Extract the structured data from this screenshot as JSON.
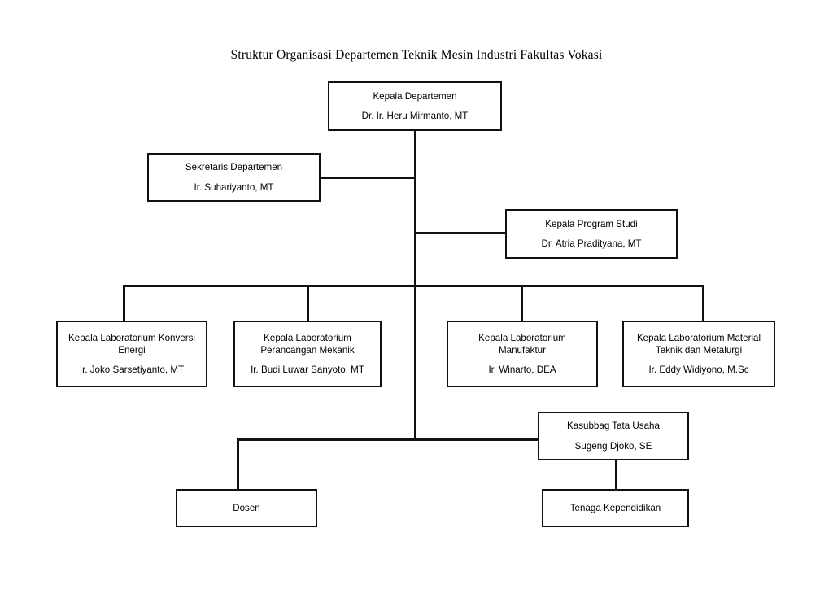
{
  "page": {
    "title": "Struktur Organisasi Departemen Teknik Mesin Industri Fakultas Vokasi",
    "background_color": "#ffffff",
    "line_color": "#111111",
    "text_color": "#000000"
  },
  "chart_data": {
    "type": "diagram",
    "diagram_type": "organizational-chart",
    "title": "Struktur Organisasi Departemen Teknik Mesin Industri Fakultas Vokasi",
    "orientation": "top-down",
    "nodes": [
      {
        "id": "kepala-departemen",
        "role": "Kepala Departemen",
        "person": "Dr. Ir. Heru Mirmanto, MT",
        "level": 0
      },
      {
        "id": "sekretaris-departemen",
        "role": "Sekretaris Departemen",
        "person": "Ir. Suhariyanto, MT",
        "level": 1
      },
      {
        "id": "kepala-program-studi",
        "role": "Kepala Program Studi",
        "person": "Dr. Atria Pradityana, MT",
        "level": 1
      },
      {
        "id": "lab-konversi-energi",
        "role": "Kepala Laboratorium Konversi\nEnergi",
        "person": "Ir. Joko Sarsetiyanto, MT",
        "level": 2
      },
      {
        "id": "lab-perancangan-mekanik",
        "role": "Kepala Laboratorium\nPerancangan Mekanik",
        "person": "Ir. Budi Luwar Sanyoto, MT",
        "level": 2
      },
      {
        "id": "lab-manufaktur",
        "role": "Kepala Laboratorium\nManufaktur",
        "person": "Ir. Winarto, DEA",
        "level": 2
      },
      {
        "id": "lab-material-metalurgi",
        "role": "Kepala Laboratorium Material\nTeknik dan Metalurgi",
        "person": "Ir. Eddy Widiyono, M.Sc",
        "level": 2
      },
      {
        "id": "kasubbag-tata-usaha",
        "role": "Kasubbag Tata Usaha",
        "person": "Sugeng Djoko, SE",
        "level": 3
      },
      {
        "id": "dosen",
        "role": "Dosen",
        "person": "",
        "level": 4
      },
      {
        "id": "tenaga-kependidikan",
        "role": "Tenaga Kependidikan",
        "person": "",
        "level": 4
      }
    ],
    "edges": [
      {
        "from": "kepala-departemen",
        "to": "sekretaris-departemen"
      },
      {
        "from": "kepala-departemen",
        "to": "kepala-program-studi"
      },
      {
        "from": "kepala-departemen",
        "to": "lab-konversi-energi"
      },
      {
        "from": "kepala-departemen",
        "to": "lab-perancangan-mekanik"
      },
      {
        "from": "kepala-departemen",
        "to": "lab-manufaktur"
      },
      {
        "from": "kepala-departemen",
        "to": "lab-material-metalurgi"
      },
      {
        "from": "kepala-departemen",
        "to": "kasubbag-tata-usaha"
      },
      {
        "from": "kepala-departemen",
        "to": "dosen"
      },
      {
        "from": "kasubbag-tata-usaha",
        "to": "tenaga-kependidikan"
      }
    ]
  }
}
